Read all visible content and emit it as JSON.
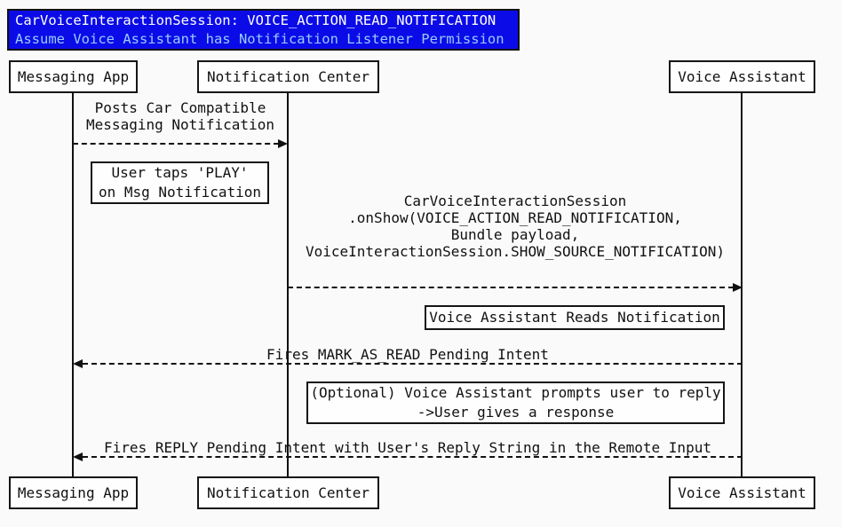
{
  "title": {
    "line1": "CarVoiceInteractionSession: VOICE_ACTION_READ_NOTIFICATION",
    "line2": "Assume Voice Assistant has Notification Listener Permission"
  },
  "colors": {
    "title_background": "#0b0be8",
    "title_text": "#ffffff",
    "title_subtext": "#99ccff",
    "line_color": "#111111",
    "box_fill": "#fefefe",
    "page_background": "#fafafa"
  },
  "participants": [
    {
      "id": "messaging-app",
      "name": "Messaging App"
    },
    {
      "id": "notification-center",
      "name": "Notification Center"
    },
    {
      "id": "voice-assistant",
      "name": "Voice Assistant"
    }
  ],
  "messages": [
    {
      "from": "Messaging App",
      "to": "Notification Center",
      "style": "dashed",
      "lines": [
        "Posts Car Compatible",
        "Messaging Notification"
      ]
    },
    {
      "from": "Notification Center",
      "to": "Voice Assistant",
      "style": "dashed",
      "lines": [
        "CarVoiceInteractionSession",
        ".onShow(VOICE_ACTION_READ_NOTIFICATION,",
        "Bundle payload,",
        "VoiceInteractionSession.SHOW_SOURCE_NOTIFICATION)"
      ]
    },
    {
      "from": "Voice Assistant",
      "to": "Messaging App",
      "style": "dashed",
      "lines": [
        "Fires MARK_AS_READ Pending Intent"
      ]
    },
    {
      "from": "Voice Assistant",
      "to": "Messaging App",
      "style": "dashed",
      "lines": [
        "Fires REPLY Pending Intent with User's Reply String in the Remote Input"
      ]
    }
  ],
  "notes": [
    {
      "over": "Messaging App",
      "lines": [
        "User taps 'PLAY'",
        "on Msg Notification"
      ]
    },
    {
      "over": "Voice Assistant",
      "lines": [
        "Voice Assistant Reads Notification"
      ]
    },
    {
      "over": "Voice Assistant",
      "lines": [
        "(Optional) Voice Assistant prompts user to reply",
        "->User gives a response"
      ]
    }
  ]
}
